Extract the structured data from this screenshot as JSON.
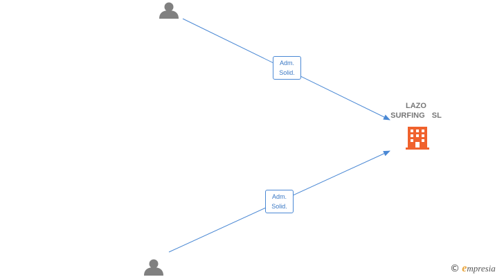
{
  "colors": {
    "edge": "#4a88d4",
    "person_icon": "#808080",
    "company_icon": "#f0622d",
    "company_text": "#777777"
  },
  "nodes": {
    "person_1": {
      "type": "person",
      "icon": "person-icon"
    },
    "person_2": {
      "type": "person",
      "icon": "person-icon"
    },
    "company": {
      "type": "company",
      "icon": "building-icon",
      "name_line1": "LAZO",
      "name_line2": "SURFING  SL"
    }
  },
  "edges": [
    {
      "from": "person_1",
      "to": "company",
      "label_line1": "Adm.",
      "label_line2": "Solid."
    },
    {
      "from": "person_2",
      "to": "company",
      "label_line1": "Adm.",
      "label_line2": "Solid."
    }
  ],
  "watermark": {
    "symbol": "©",
    "brand_initial": "e",
    "brand_rest": "mpresia"
  }
}
